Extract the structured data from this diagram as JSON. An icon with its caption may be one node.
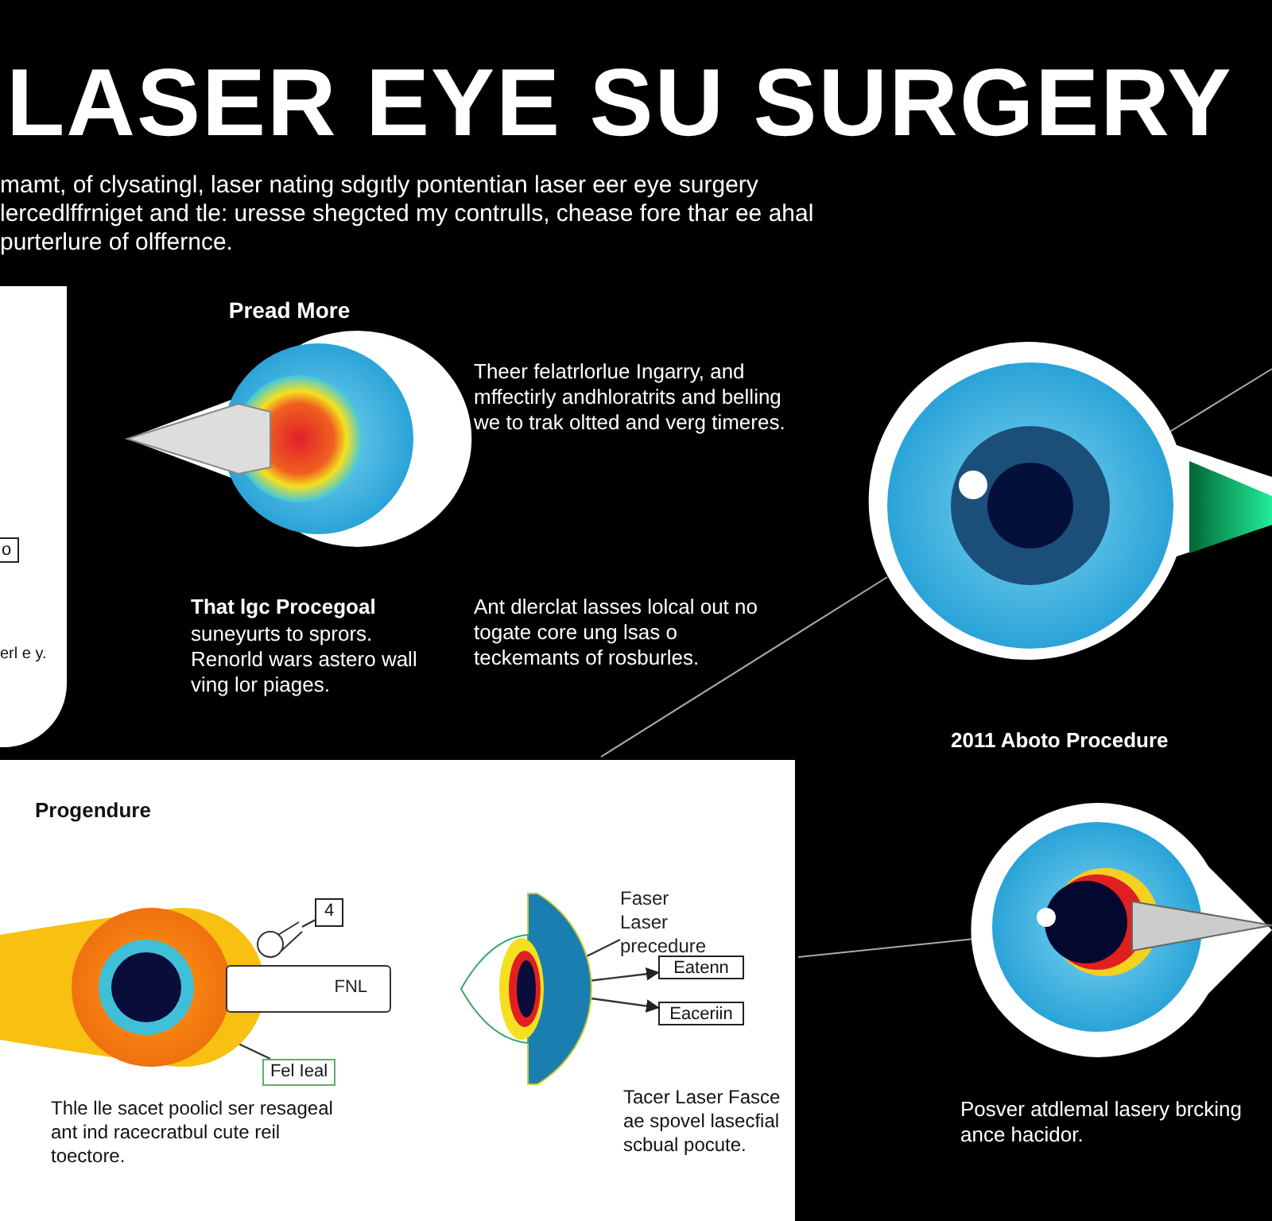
{
  "diagram": {
    "title": "LASER EYE SU SURGERY",
    "nodes": [
      {
        "text": [
          "o"
        ]
      },
      {
        "text": [],
        "shape": "picture"
      },
      {
        "text": [],
        "shape": "picture"
      },
      {
        "text": [
          "4"
        ]
      },
      {
        "text": [
          "FNL"
        ]
      },
      {
        "text": [
          "Fel Ieal"
        ]
      },
      {
        "text": [],
        "shape": "picture"
      },
      {
        "text": [
          "Faser Laser precedure"
        ]
      },
      {
        "text": [
          "Eatenn"
        ]
      },
      {
        "text": [
          "Eaceriin"
        ]
      }
    ],
    "edges": [
      {
        "from": 3,
        "to": 2,
        "arrow": "none"
      },
      {
        "from": 5,
        "to": 1,
        "arrow": "none"
      },
      {
        "from": 7,
        "to": 6,
        "arrow": "none"
      },
      {
        "from": 6,
        "to": 8,
        "arrow": "to"
      },
      {
        "from": 6,
        "to": 9,
        "arrow": "to"
      }
    ],
    "labels": [
      "mamt, of clysatingl, laser nating sdgıtly pontentian laser eer eye surgery lercedlffrniget and tle: uresse shegcted my contrulls, chease fore thar ee ahal purterlure of olffernce.",
      "Pread More",
      "Theer felatrlorlue Ingarry, and mffectirly andhloratrits and belling we to trak oltted and verg timeres.",
      "erl e y.",
      "That lgc Procegoal",
      "suneyurts to sprors. Renorld wars astero wall ving lor piages.",
      "Ant dlerclat lasses lolcal out no togate core ung lsas o teckemants of rosburles.",
      "2011 Aboto Procedure",
      "Progendure",
      "Posver atdlemal lasery brcking ance hacidor.",
      "Thle lle sacet poolicl ser resageal ant ind racecratbul cute reil toectore.",
      "Tacer Laser Fasce ae spovel lasecfial scbual pocute."
    ]
  }
}
